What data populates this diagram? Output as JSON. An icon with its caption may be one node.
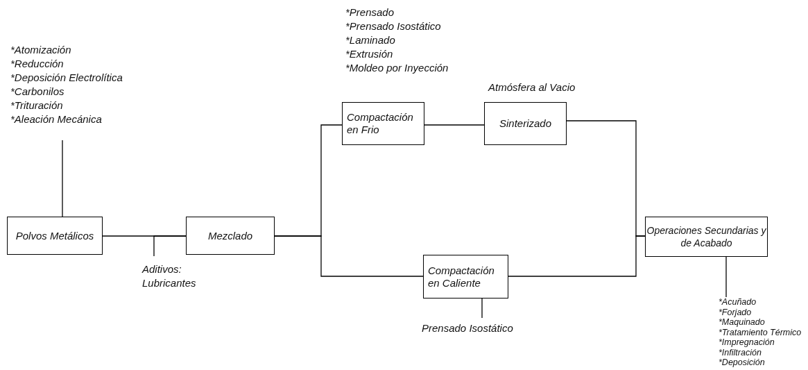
{
  "diagram": {
    "nodes": [
      {
        "text": [
          "Polvos Metálicos"
        ]
      },
      {
        "text": [
          "*Atomización",
          "*Reducción",
          "*Deposición Electrolítica",
          "*Carbonilos",
          "*Trituración",
          "*Aleación Mecánica"
        ]
      },
      {
        "text": [
          "Mezclado"
        ]
      },
      {
        "text": [
          "Aditivos: Lubricantes"
        ]
      },
      {
        "text": [
          "Compactación en Frio"
        ],
        "beside": [
          "*Prensado",
          "*Prensado Isostático",
          "*Laminado",
          "*Extrusión",
          "*Moldeo por Inyección"
        ]
      },
      {
        "text": [
          "Sinterizado"
        ],
        "beside": [
          "Atmósfera al Vacio"
        ]
      },
      {
        "text": [
          "Operaciones Secundarias y de Acabado"
        ]
      },
      {
        "text": [
          "*Acuñado",
          "*Forjado",
          "*Maquinado",
          "*Tratamiento Térmico",
          "*Impregnación",
          "*Infiltración",
          "*Deposición"
        ]
      },
      {
        "text": [
          "Compactación en Caliente"
        ]
      },
      {
        "text": [
          "Prensado Isostático"
        ]
      }
    ],
    "edges": [
      {
        "from": 0,
        "to": 1,
        "arrow": "none"
      },
      {
        "from": 0,
        "to": 2,
        "arrow": "none"
      },
      {
        "from": 3,
        "to": 2,
        "arrow": "none"
      },
      {
        "from": 2,
        "to": 4,
        "arrow": "none"
      },
      {
        "from": 2,
        "to": 8,
        "arrow": "none"
      },
      {
        "from": 4,
        "to": 5,
        "arrow": "none"
      },
      {
        "from": 5,
        "to": 6,
        "arrow": "none"
      },
      {
        "from": 8,
        "to": 6,
        "arrow": "none"
      },
      {
        "from": 6,
        "to": 7,
        "arrow": "none"
      },
      {
        "from": 8,
        "to": 9,
        "arrow": "none"
      }
    ]
  }
}
